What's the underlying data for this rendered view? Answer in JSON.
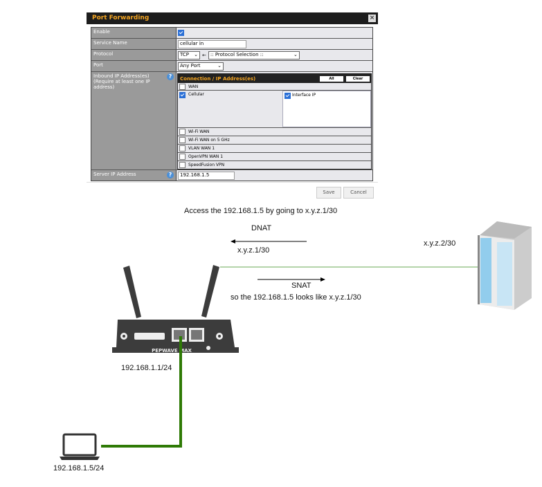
{
  "dialog": {
    "title": "Port Forwarding",
    "close": "×",
    "rows": {
      "enable": "Enable",
      "service_name": "Service Name",
      "protocol": "Protocol",
      "port": "Port",
      "inbound": "Inbound IP Address(es) (Require at least one IP address)",
      "server_ip": "Server IP Address"
    },
    "service_name_value": "cellular in",
    "protocol_value": "TCP",
    "protocol_selection": ":: Protocol Selection ::",
    "port_value": "Any Port",
    "server_ip_value": "192.168.1.5",
    "connection": {
      "header": "Connection / IP Address(es)",
      "all": "All",
      "clear": "Clear",
      "wan": "WAN",
      "cellular": "Cellular",
      "interface_ip": "Interface IP",
      "others": [
        "Wi-Fi WAN",
        "Wi-Fi WAN on 5 GHz",
        "VLAN WAN 1",
        "OpenVPN WAN 1",
        "SpeedFusion VPN"
      ]
    },
    "save": "Save",
    "cancel": "Cancel"
  },
  "diagram": {
    "access_text": "Access the 192.168.1.5 by going to x.y.z.1/30",
    "dnat": "DNAT",
    "dnat_ip": "x.y.z.1/30",
    "remote_ip": "x.y.z.2/30",
    "snat": "SNAT",
    "snat_text": "so the 192.168.1.5 looks like x.y.z.1/30",
    "router_ip": "192.168.1.1/24",
    "router_brand": "PEPWAVE MAX",
    "laptop_ip": "192.168.1.5/24"
  }
}
